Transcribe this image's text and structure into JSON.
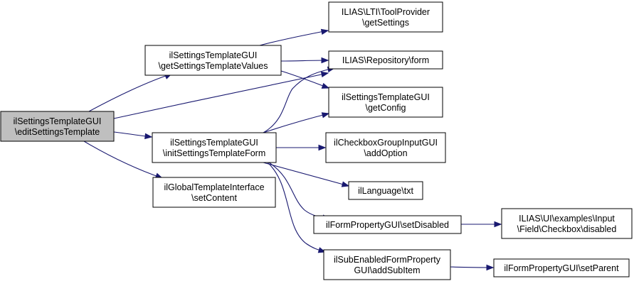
{
  "diagram": {
    "nodes": [
      {
        "id": "edit",
        "lines": [
          "ilSettingsTemplateGUI",
          "\\editSettingsTemplate"
        ],
        "focus": true
      },
      {
        "id": "getvals",
        "lines": [
          "ilSettingsTemplateGUI",
          "\\getSettingsTemplateValues"
        ]
      },
      {
        "id": "initform",
        "lines": [
          "ilSettingsTemplateGUI",
          "\\initSettingsTemplateForm"
        ]
      },
      {
        "id": "setcontent",
        "lines": [
          "ilGlobalTemplateInterface",
          "\\setContent"
        ]
      },
      {
        "id": "lti",
        "lines": [
          "ILIAS\\LTI\\ToolProvider",
          "\\getSettings"
        ]
      },
      {
        "id": "repoform",
        "lines": [
          "ILIAS\\Repository\\form"
        ]
      },
      {
        "id": "getconfig",
        "lines": [
          "ilSettingsTemplateGUI",
          "\\getConfig"
        ]
      },
      {
        "id": "addoption",
        "lines": [
          "ilCheckboxGroupInputGUI",
          "\\addOption"
        ]
      },
      {
        "id": "txt",
        "lines": [
          "ilLanguage\\txt"
        ]
      },
      {
        "id": "setdisabled",
        "lines": [
          "ilFormPropertyGUI\\setDisabled"
        ]
      },
      {
        "id": "addsubitem",
        "lines": [
          "ilSubEnabledFormProperty",
          "GUI\\addSubItem"
        ]
      },
      {
        "id": "cbdisabled",
        "lines": [
          "ILIAS\\UI\\examples\\Input",
          "\\Field\\Checkbox\\disabled"
        ]
      },
      {
        "id": "setparent",
        "lines": [
          "ilFormPropertyGUI\\setParent"
        ]
      }
    ],
    "edges": [
      {
        "from": "edit",
        "to": "getvals"
      },
      {
        "from": "edit",
        "to": "repoform"
      },
      {
        "from": "edit",
        "to": "initform"
      },
      {
        "from": "edit",
        "to": "setcontent"
      },
      {
        "from": "getvals",
        "to": "lti"
      },
      {
        "from": "getvals",
        "to": "repoform"
      },
      {
        "from": "getvals",
        "to": "getconfig"
      },
      {
        "from": "initform",
        "to": "repoform"
      },
      {
        "from": "initform",
        "to": "getconfig"
      },
      {
        "from": "initform",
        "to": "addoption"
      },
      {
        "from": "initform",
        "to": "txt"
      },
      {
        "from": "initform",
        "to": "setdisabled"
      },
      {
        "from": "initform",
        "to": "addsubitem"
      },
      {
        "from": "setdisabled",
        "to": "cbdisabled"
      },
      {
        "from": "addsubitem",
        "to": "setparent"
      }
    ]
  }
}
